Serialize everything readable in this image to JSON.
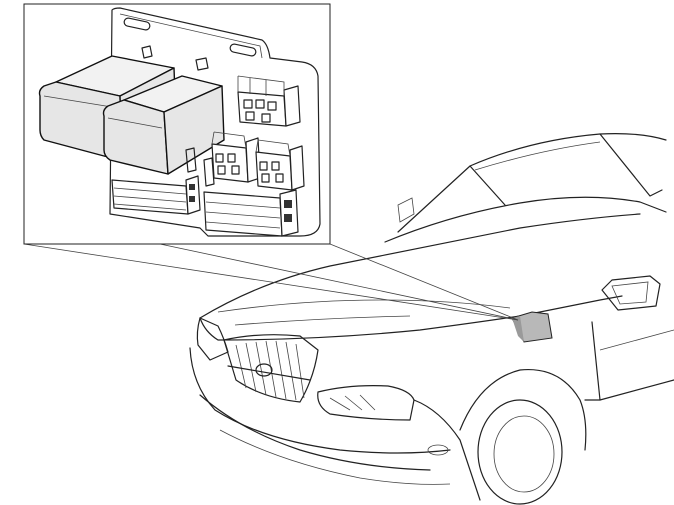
{
  "diagram": {
    "inset_detail": {
      "component": "relay-box",
      "relay_count": 2,
      "socket_count": 3
    },
    "overview": {
      "vehicle": "car-front-three-quarter",
      "highlight": "relay-box-location"
    },
    "colors": {
      "line": "#222222",
      "highlight": "#b8b8b8",
      "relay_fill": "#e6e6e6",
      "background": "#ffffff"
    }
  }
}
